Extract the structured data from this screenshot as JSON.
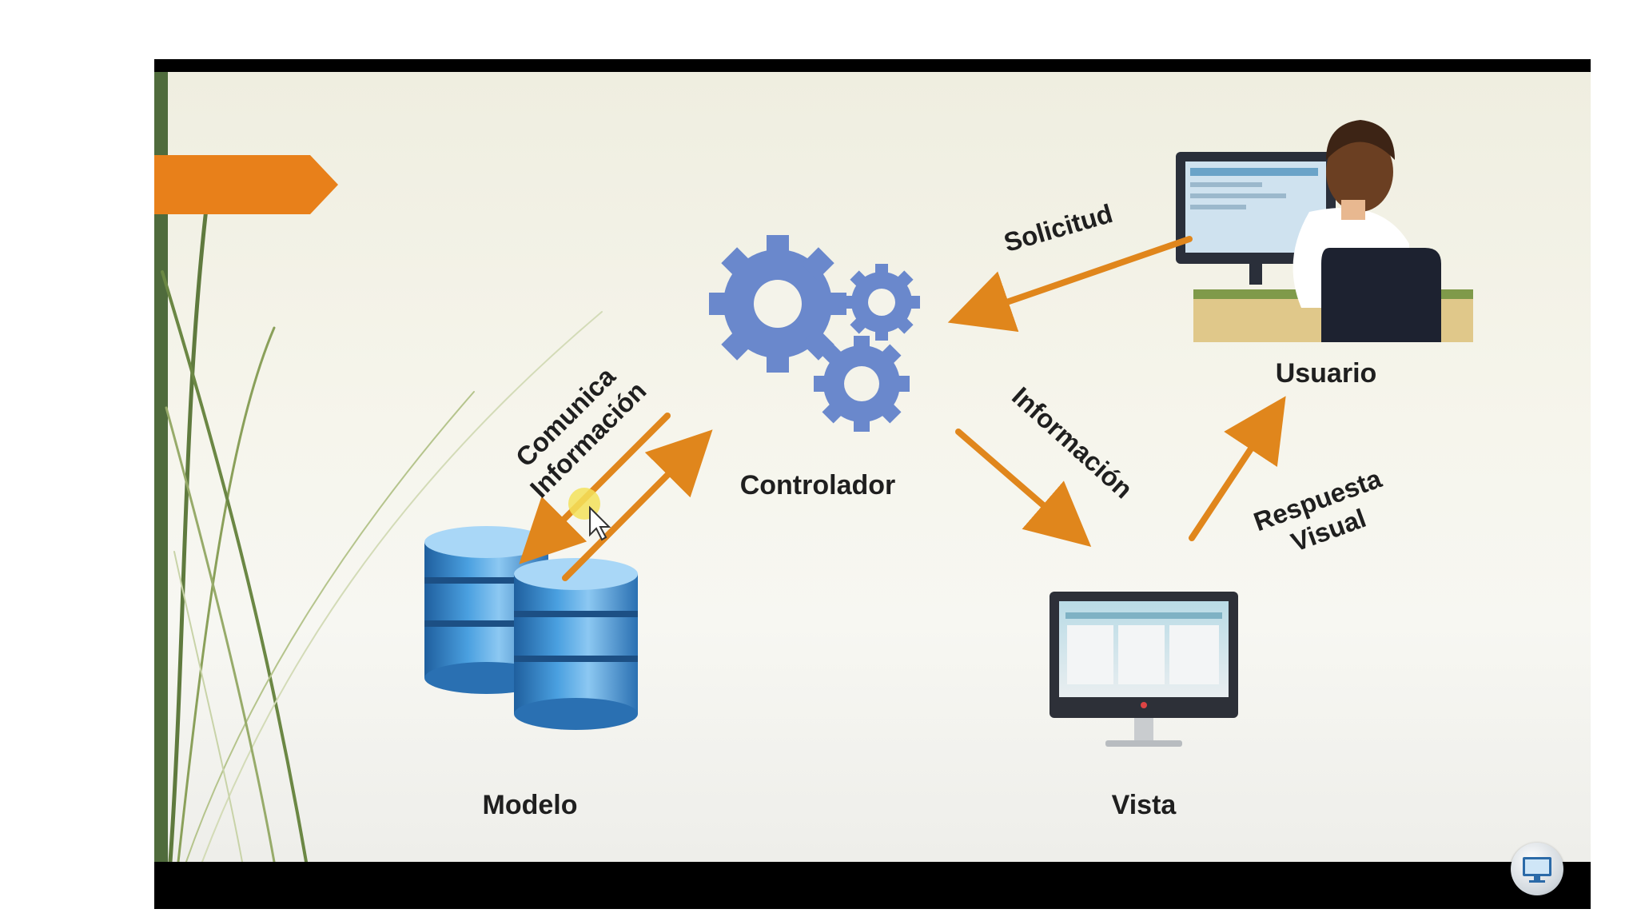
{
  "diagram": {
    "nodes": {
      "controller": "Controlador",
      "user": "Usuario",
      "model": "Modelo",
      "view": "Vista"
    },
    "edges": {
      "request": "Solicitud",
      "communicate_line1": "Comunica",
      "communicate_line2": "Información",
      "information": "Información",
      "response_line1": "Respuesta",
      "response_line2": "Visual"
    }
  },
  "colors": {
    "arrow": "#e0861c",
    "gear": "#6a88cc",
    "accent_tab": "#e8801a",
    "database": "#3a86c8"
  },
  "icons": [
    "gears-icon",
    "user-at-computer-icon",
    "database-icon",
    "monitor-icon",
    "cursor-icon",
    "channel-badge-icon"
  ]
}
